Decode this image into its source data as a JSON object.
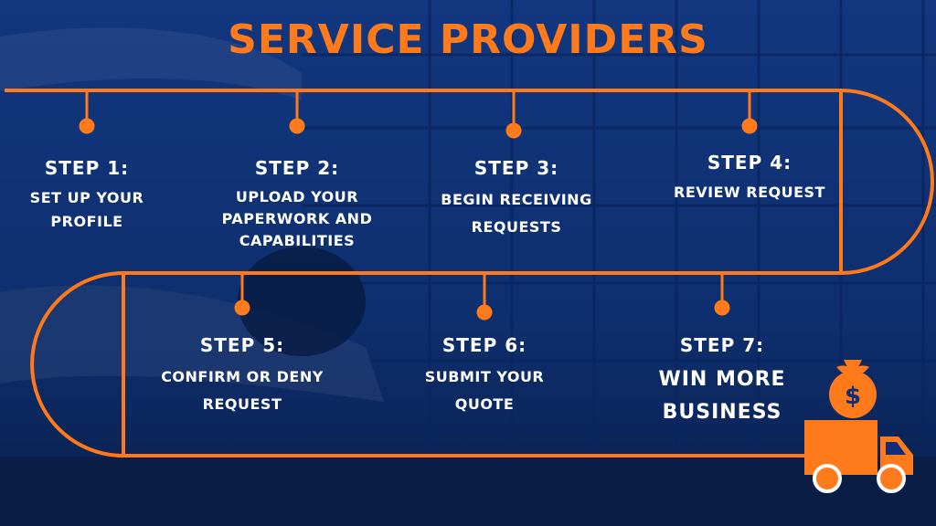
{
  "title": "SERVICE PROVIDERS",
  "colors": {
    "accent": "#ff7a1a",
    "background": "#0e2f78",
    "text": "#ffffff"
  },
  "steps": [
    {
      "heading": "STEP 1:",
      "lines": [
        "SET UP YOUR",
        "PROFILE"
      ]
    },
    {
      "heading": "STEP 2:",
      "lines": [
        "UPLOAD YOUR",
        "PAPERWORK AND",
        "CAPABILITIES"
      ]
    },
    {
      "heading": "STEP 3:",
      "lines": [
        "BEGIN RECEIVING",
        "REQUESTS"
      ]
    },
    {
      "heading": "STEP 4:",
      "lines": [
        "REVIEW REQUEST"
      ]
    },
    {
      "heading": "STEP 5:",
      "lines": [
        "CONFIRM OR DENY",
        "REQUEST"
      ]
    },
    {
      "heading": "STEP 6:",
      "lines": [
        "SUBMIT YOUR",
        "QUOTE"
      ]
    },
    {
      "heading": "STEP 7:",
      "lines": [
        "WIN MORE",
        "BUSINESS"
      ]
    }
  ],
  "icons": {
    "truck": "delivery-truck-icon",
    "money_bag": "money-bag-icon",
    "pin": "timeline-pin-icon"
  }
}
